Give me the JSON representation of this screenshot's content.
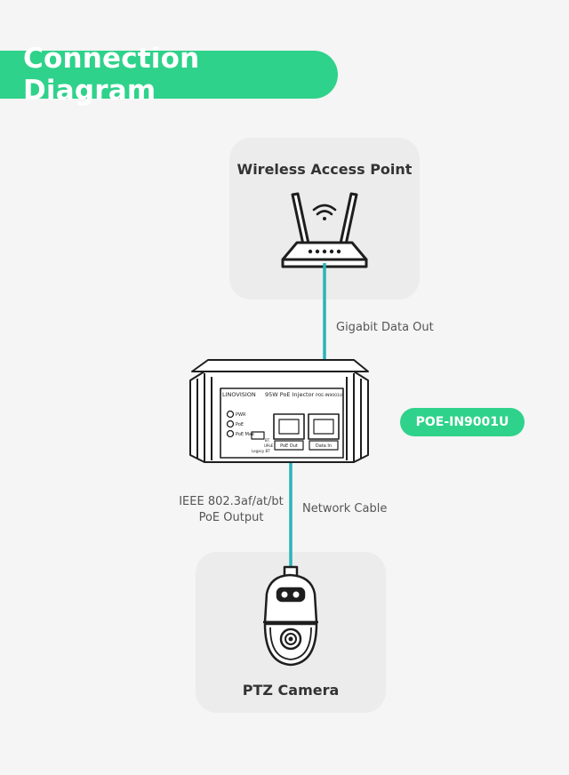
{
  "header": {
    "title": "Connection Diagram"
  },
  "nodes": {
    "access_point": {
      "label": "Wireless Access Point",
      "icon": "wifi-router-icon"
    },
    "camera": {
      "label": "PTZ Camera",
      "icon": "ptz-camera-icon"
    }
  },
  "injector": {
    "model": "POE-IN9001U",
    "brand": "LINOVISION",
    "name": "95W PoE Injector",
    "model_small": "POE-IN9001U",
    "leds": [
      "PWR",
      "PoE",
      "PoE Max"
    ],
    "switch_labels": [
      "BT",
      "UPoE",
      "Legacy BT"
    ],
    "ports": [
      "PoE Out",
      "Data In"
    ]
  },
  "links": {
    "uplink": "Gigabit Data Out",
    "downlink": "Network Cable",
    "poe_output": "IEEE 802.3af/at/bt PoE Output"
  },
  "colors": {
    "accent": "#2fd28a",
    "cable": "#2bb3b8",
    "card": "#ececec",
    "background": "#f4f5f4"
  }
}
